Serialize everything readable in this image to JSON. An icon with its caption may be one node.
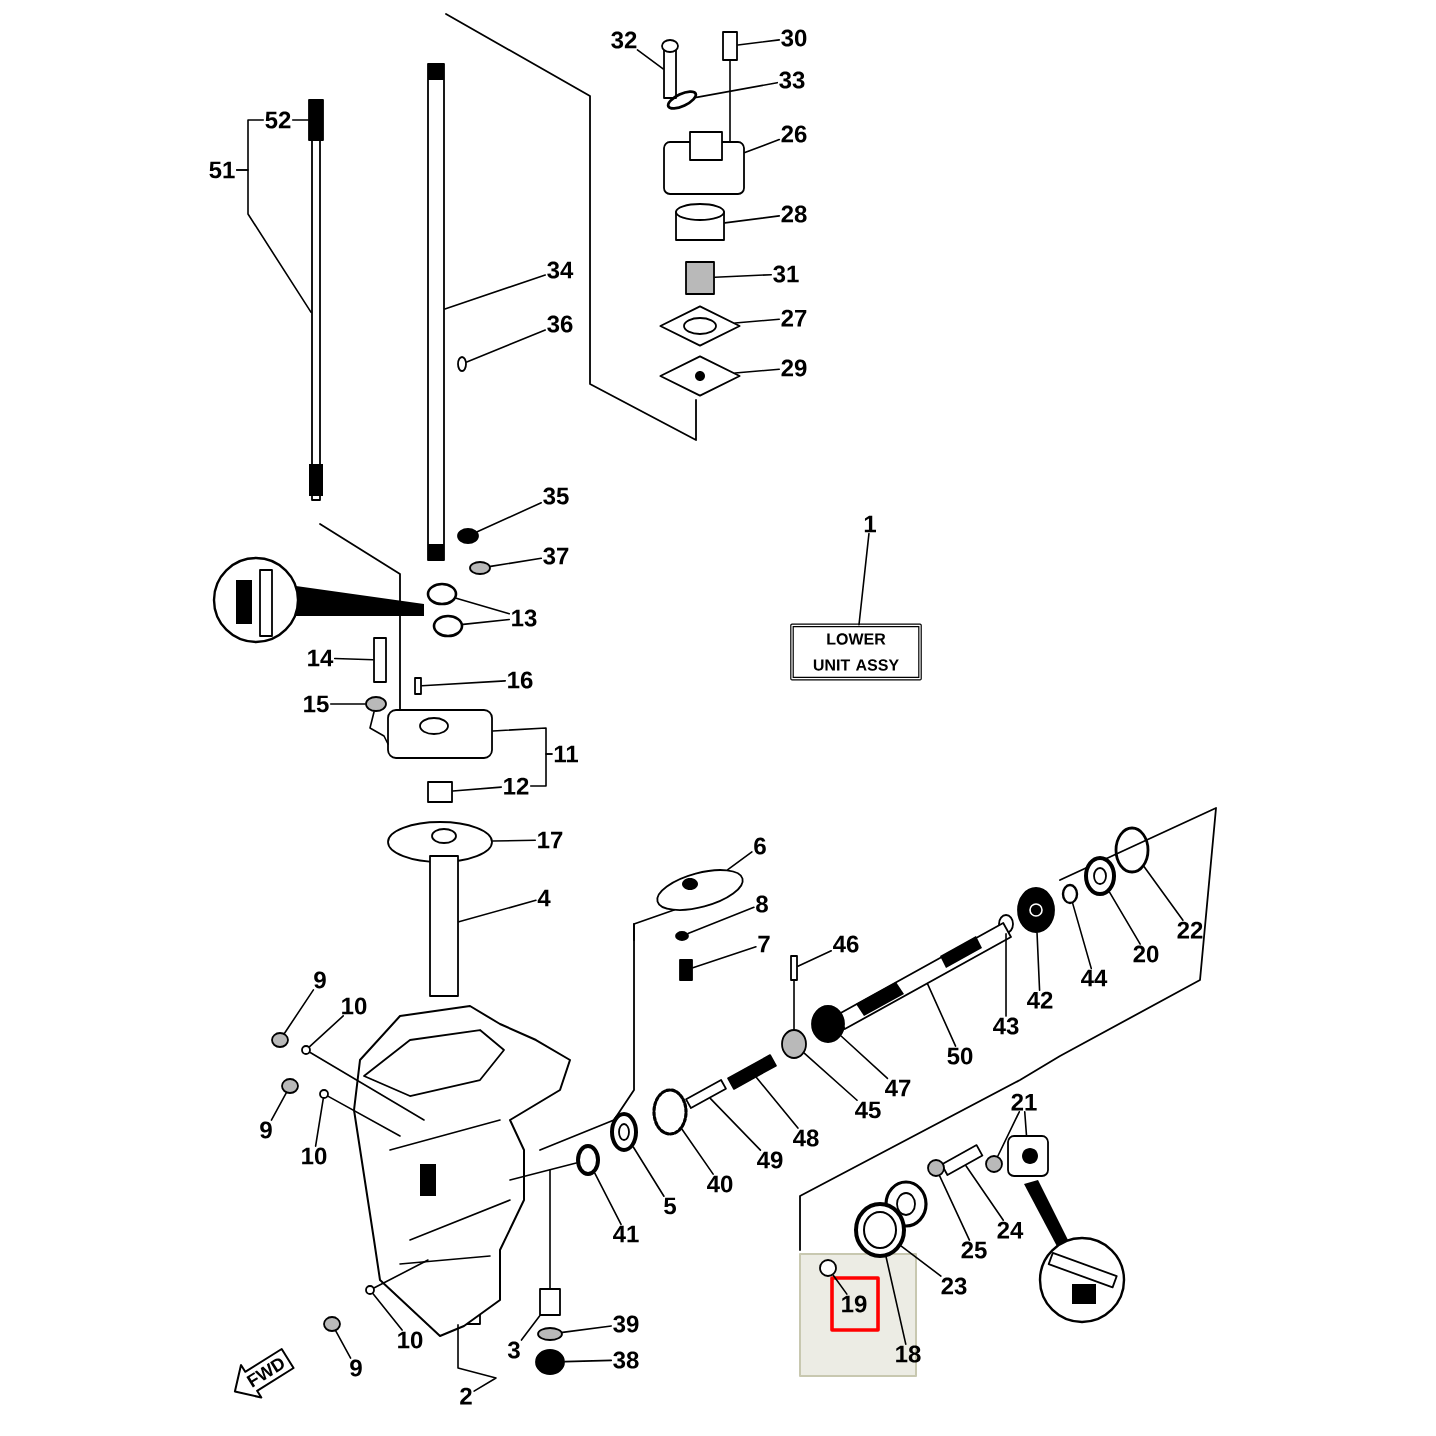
{
  "diagram": {
    "nodes": [
      {
        "text": [
          "32"
        ]
      },
      {
        "text": [
          "30"
        ]
      },
      {
        "text": [
          "33"
        ]
      },
      {
        "text": [
          "52"
        ]
      },
      {
        "text": [
          "26"
        ]
      },
      {
        "text": [
          "51"
        ]
      },
      {
        "text": [
          "28"
        ]
      },
      {
        "text": [
          "34"
        ]
      },
      {
        "text": [
          "31"
        ]
      },
      {
        "text": [
          "27"
        ]
      },
      {
        "text": [
          "36"
        ]
      },
      {
        "text": [
          "29"
        ]
      },
      {
        "text": [
          "35"
        ]
      },
      {
        "text": [
          "1"
        ]
      },
      {
        "text": [
          "37"
        ]
      },
      {
        "text": [
          "13"
        ]
      },
      {
        "text": [
          "LOWER UNIT ASSY"
        ]
      },
      {
        "text": [
          "14"
        ]
      },
      {
        "text": [
          "16"
        ]
      },
      {
        "text": [
          "15"
        ]
      },
      {
        "text": [
          "11"
        ]
      },
      {
        "text": [
          "12"
        ]
      },
      {
        "text": [
          "17"
        ]
      },
      {
        "text": [
          "6"
        ]
      },
      {
        "text": [
          "4"
        ]
      },
      {
        "text": [
          "8"
        ]
      },
      {
        "text": [
          "22"
        ]
      },
      {
        "text": [
          "7"
        ]
      },
      {
        "text": [
          "46"
        ]
      },
      {
        "text": [
          "20"
        ]
      },
      {
        "text": [
          "44"
        ]
      },
      {
        "text": [
          "9"
        ]
      },
      {
        "text": [
          "42"
        ]
      },
      {
        "text": [
          "10"
        ]
      },
      {
        "text": [
          "43"
        ]
      },
      {
        "text": [
          "50"
        ]
      },
      {
        "text": [
          "47"
        ]
      },
      {
        "text": [
          "21"
        ]
      },
      {
        "text": [
          "45"
        ]
      },
      {
        "text": [
          "9"
        ]
      },
      {
        "text": [
          "48"
        ]
      },
      {
        "text": [
          "10"
        ]
      },
      {
        "text": [
          "49"
        ]
      },
      {
        "text": [
          "40"
        ]
      },
      {
        "text": [
          "5"
        ]
      },
      {
        "text": [
          "24"
        ]
      },
      {
        "text": [
          "41"
        ]
      },
      {
        "text": [
          "25"
        ]
      },
      {
        "text": [
          "23"
        ]
      },
      {
        "text": [
          "19"
        ]
      },
      {
        "text": [
          "39"
        ]
      },
      {
        "text": [
          "10"
        ]
      },
      {
        "text": [
          "3"
        ]
      },
      {
        "text": [
          "18"
        ]
      },
      {
        "text": [
          "38"
        ]
      },
      {
        "text": [
          "9"
        ]
      },
      {
        "text": [
          "2"
        ]
      },
      {
        "text": [
          "FWD"
        ]
      },
      {
        "text": [],
        "shape": "bar"
      },
      {
        "text": [],
        "shape": "box"
      },
      {
        "text": [],
        "shape": "bar"
      },
      {
        "text": [],
        "shape": "box"
      },
      {
        "text": [],
        "shape": "circle"
      },
      {
        "text": [],
        "shape": "box"
      },
      {
        "text": [],
        "shape": "box"
      },
      {
        "text": [],
        "shape": "bar"
      },
      {
        "text": [],
        "shape": "box"
      },
      {
        "text": [],
        "shape": "diamond"
      },
      {
        "text": [],
        "shape": "circle"
      },
      {
        "text": [],
        "shape": "diamond"
      },
      {
        "text": [],
        "shape": "circle"
      },
      {
        "text": [],
        "shape": "circle"
      },
      {
        "text": [],
        "shape": "circle"
      },
      {
        "text": [],
        "shape": "circle"
      },
      {
        "text": [],
        "shape": "bar"
      },
      {
        "text": [],
        "shape": "bar"
      },
      {
        "text": [],
        "shape": "circle"
      },
      {
        "text": [],
        "shape": "box"
      },
      {
        "text": [],
        "shape": "box"
      },
      {
        "text": [],
        "shape": "circle"
      },
      {
        "text": [],
        "shape": "circle"
      },
      {
        "text": [],
        "shape": "bar"
      },
      {
        "text": [],
        "shape": "circle"
      },
      {
        "text": [],
        "shape": "circle"
      },
      {
        "text": [],
        "shape": "box"
      },
      {
        "text": [],
        "shape": "bar"
      },
      {
        "text": [],
        "shape": "circle"
      },
      {
        "text": [],
        "shape": "circle"
      },
      {
        "text": [],
        "shape": "circle"
      },
      {
        "text": [],
        "shape": "circle"
      },
      {
        "text": [],
        "shape": "circle"
      },
      {
        "text": [],
        "shape": "circle"
      },
      {
        "text": [],
        "shape": "bar"
      },
      {
        "text": [],
        "shape": "circle"
      },
      {
        "text": [],
        "shape": "circle"
      },
      {
        "text": [],
        "shape": "box"
      },
      {
        "text": [],
        "shape": "circle"
      },
      {
        "text": [],
        "shape": "circle"
      },
      {
        "text": [],
        "shape": "bar"
      },
      {
        "text": [],
        "shape": "circle"
      },
      {
        "text": [],
        "shape": "bar"
      },
      {
        "text": [],
        "shape": "circle"
      },
      {
        "text": [],
        "shape": "circle"
      },
      {
        "text": [],
        "shape": "bar"
      },
      {
        "text": [],
        "shape": "circle"
      },
      {
        "text": [],
        "shape": "circle"
      },
      {
        "text": [],
        "shape": "circle"
      },
      {
        "text": [],
        "shape": "circle"
      },
      {
        "text": [],
        "shape": "circle"
      },
      {
        "text": [],
        "shape": "circle"
      },
      {
        "text": [],
        "shape": "box"
      },
      {
        "text": [],
        "shape": "circle"
      },
      {
        "text": [],
        "shape": "circle"
      },
      {
        "text": [],
        "shape": "picture"
      }
    ],
    "edges": [
      {
        "from": 0,
        "to": 60,
        "arrow": "none"
      },
      {
        "from": 1,
        "to": 61,
        "arrow": "none"
      },
      {
        "from": 2,
        "to": 62,
        "arrow": "none"
      },
      {
        "from": 3,
        "to": 59,
        "arrow": "none"
      },
      {
        "from": 5,
        "to": 3,
        "arrow": "none"
      },
      {
        "from": 5,
        "to": 58,
        "arrow": "none"
      },
      {
        "from": 4,
        "to": 63,
        "arrow": "none"
      },
      {
        "from": 6,
        "to": 64,
        "arrow": "none"
      },
      {
        "from": 7,
        "to": 65,
        "arrow": "none"
      },
      {
        "from": 8,
        "to": 66,
        "arrow": "none"
      },
      {
        "from": 9,
        "to": 67,
        "arrow": "none"
      },
      {
        "from": 10,
        "to": 68,
        "arrow": "none"
      },
      {
        "from": 11,
        "to": 69,
        "arrow": "none"
      },
      {
        "from": 12,
        "to": 70,
        "arrow": "none"
      },
      {
        "from": 13,
        "to": 16,
        "arrow": "none"
      },
      {
        "from": 14,
        "to": 71,
        "arrow": "none"
      },
      {
        "from": 15,
        "to": 72,
        "arrow": "none"
      },
      {
        "from": 15,
        "to": 73,
        "arrow": "none"
      },
      {
        "from": 17,
        "to": 74,
        "arrow": "none"
      },
      {
        "from": 18,
        "to": 75,
        "arrow": "none"
      },
      {
        "from": 19,
        "to": 76,
        "arrow": "none"
      },
      {
        "from": 20,
        "to": 77,
        "arrow": "none"
      },
      {
        "from": 20,
        "to": 21,
        "arrow": "none"
      },
      {
        "from": 21,
        "to": 78,
        "arrow": "none"
      },
      {
        "from": 22,
        "to": 79,
        "arrow": "none"
      },
      {
        "from": 23,
        "to": 80,
        "arrow": "none"
      },
      {
        "from": 24,
        "to": 81,
        "arrow": "none"
      },
      {
        "from": 25,
        "to": 82,
        "arrow": "none"
      },
      {
        "from": 26,
        "to": 83,
        "arrow": "none"
      },
      {
        "from": 27,
        "to": 84,
        "arrow": "none"
      },
      {
        "from": 28,
        "to": 85,
        "arrow": "none"
      },
      {
        "from": 29,
        "to": 86,
        "arrow": "none"
      },
      {
        "from": 30,
        "to": 87,
        "arrow": "none"
      },
      {
        "from": 31,
        "to": 88,
        "arrow": "none"
      },
      {
        "from": 32,
        "to": 89,
        "arrow": "none"
      },
      {
        "from": 33,
        "to": 90,
        "arrow": "none"
      },
      {
        "from": 34,
        "to": 91,
        "arrow": "none"
      },
      {
        "from": 35,
        "to": 92,
        "arrow": "none"
      },
      {
        "from": 36,
        "to": 93,
        "arrow": "none"
      },
      {
        "from": 37,
        "to": 94,
        "arrow": "none"
      },
      {
        "from": 37,
        "to": 95,
        "arrow": "none"
      },
      {
        "from": 38,
        "to": 96,
        "arrow": "none"
      },
      {
        "from": 39,
        "to": 97,
        "arrow": "none"
      },
      {
        "from": 40,
        "to": 98,
        "arrow": "none"
      },
      {
        "from": 41,
        "to": 99,
        "arrow": "none"
      },
      {
        "from": 42,
        "to": 100,
        "arrow": "none"
      },
      {
        "from": 43,
        "to": 101,
        "arrow": "none"
      },
      {
        "from": 44,
        "to": 102,
        "arrow": "none"
      },
      {
        "from": 45,
        "to": 103,
        "arrow": "none"
      },
      {
        "from": 46,
        "to": 104,
        "arrow": "none"
      },
      {
        "from": 47,
        "to": 105,
        "arrow": "none"
      },
      {
        "from": 48,
        "to": 106,
        "arrow": "none"
      },
      {
        "from": 49,
        "to": 107,
        "arrow": "none"
      },
      {
        "from": 50,
        "to": 108,
        "arrow": "none"
      },
      {
        "from": 51,
        "to": 109,
        "arrow": "none"
      },
      {
        "from": 52,
        "to": 110,
        "arrow": "none"
      },
      {
        "from": 53,
        "to": 106,
        "arrow": "none"
      },
      {
        "from": 54,
        "to": 111,
        "arrow": "none"
      },
      {
        "from": 55,
        "to": 112,
        "arrow": "none"
      },
      {
        "from": 56,
        "to": 113,
        "arrow": "none"
      },
      {
        "from": 90,
        "to": 113,
        "arrow": "none"
      },
      {
        "from": 99,
        "to": 113,
        "arrow": "none"
      },
      {
        "from": 104,
        "to": 113,
        "arrow": "none"
      },
      {
        "from": 110,
        "to": 113,
        "arrow": "none"
      },
      {
        "from": 109,
        "to": 113,
        "arrow": "none"
      },
      {
        "from": 61,
        "to": 63,
        "arrow": "none"
      },
      {
        "from": 76,
        "to": 77,
        "arrow": "none"
      },
      {
        "from": 85,
        "to": 96,
        "arrow": "none"
      }
    ]
  }
}
